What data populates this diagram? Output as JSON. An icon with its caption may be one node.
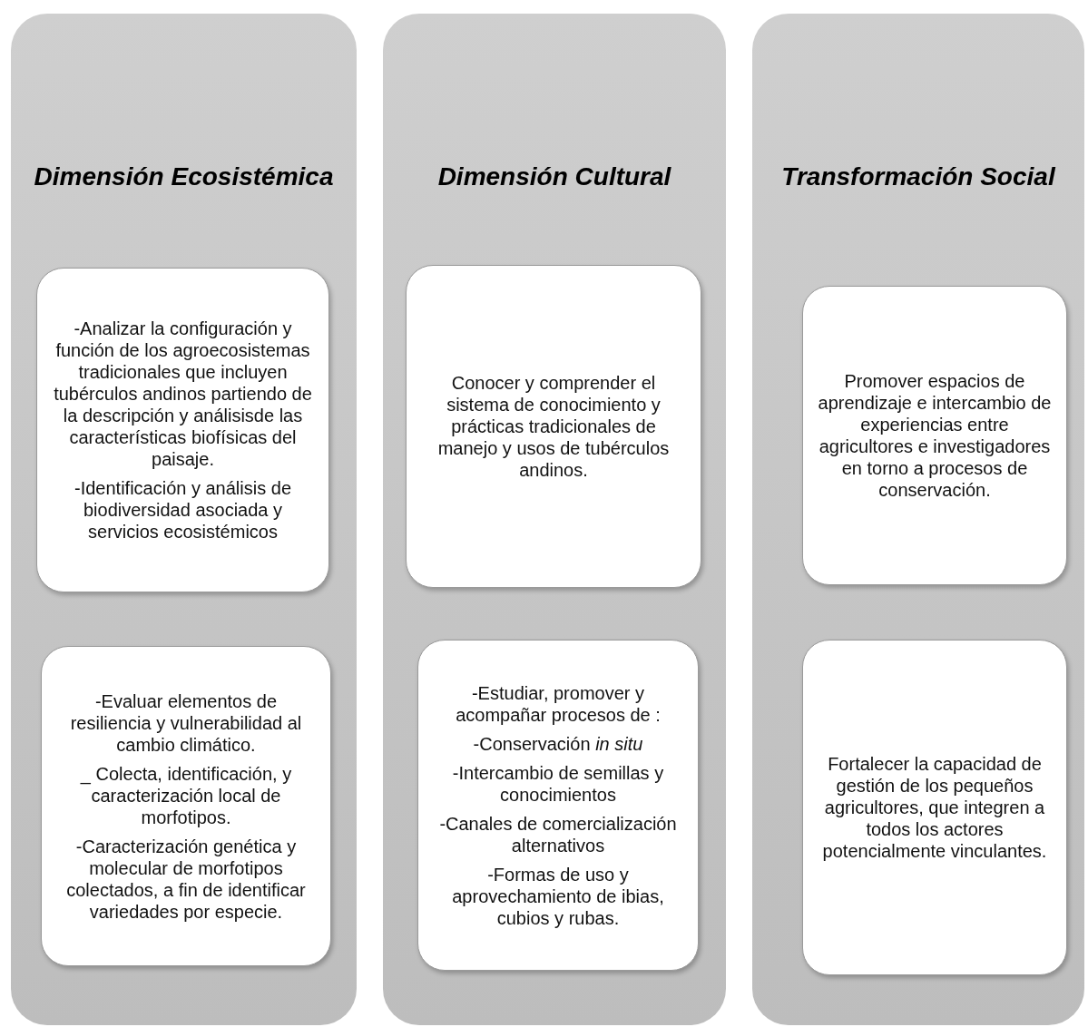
{
  "diagram": {
    "nodes": [
      {
        "text": [
          "Dimensión Ecosistémica"
        ]
      },
      {
        "text": [
          "-Analizar la configuración y función de los agroecosistemas tradicionales que incluyen tubérculos andinos partiendo de la descripción y análisisde las características biofísicas del paisaje.",
          "-Identificación y análisis de biodiversidad asociada y servicios ecosistémicos"
        ],
        "in": 0
      },
      {
        "text": [
          "-Evaluar elementos de resiliencia y vulnerabilidad al cambio climático.",
          "_ Colecta, identificación, y caracterización local de morfotipos.",
          "-Caracterización genética y molecular de morfotipos colectados, a fin de identificar variedades por especie."
        ],
        "in": 0
      },
      {
        "text": [
          "Dimensión Cultural"
        ]
      },
      {
        "text": [
          "Conocer y comprender el sistema de conocimiento y prácticas tradicionales de manejo y usos de tubérculos andinos."
        ],
        "in": 3
      },
      {
        "text": [
          "-Estudiar, promover y acompañar procesos de :",
          "-Conservación *in situ*",
          "-Intercambio de semillas y conocimientos",
          "-Canales de comercialización alternativos",
          "-Formas de uso y aprovechamiento de ibias, cubios y rubas."
        ],
        "in": 3
      },
      {
        "text": [
          "Transformación Social"
        ]
      },
      {
        "text": [
          "Promover espacios de aprendizaje e intercambio de experiencias entre agricultores e investigadores en torno a procesos de conservación."
        ],
        "in": 6
      },
      {
        "text": [
          "Fortalecer la capacidad de gestión de los pequeños agricultores, que integren a todos los actores potencialmente vinculantes."
        ],
        "in": 6
      }
    ]
  }
}
